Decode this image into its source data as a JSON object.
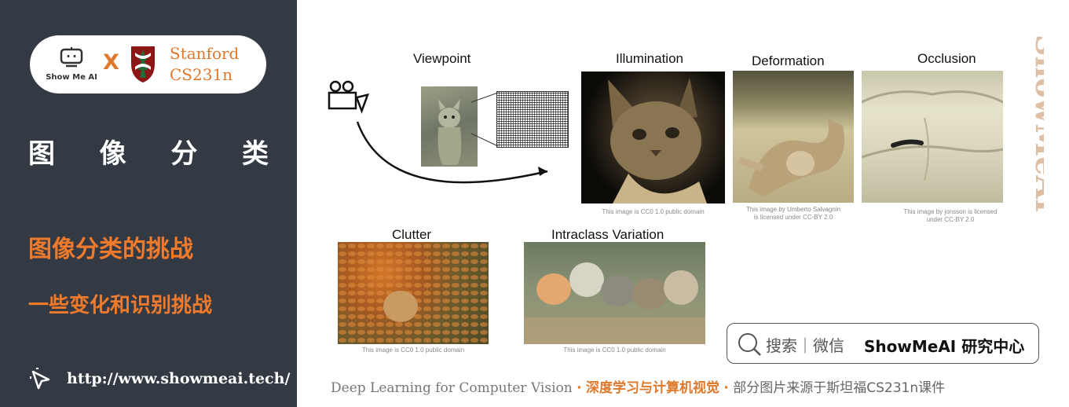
{
  "sidebar": {
    "brand_name": "Show Me AI",
    "cross": "X",
    "partner_name": "Stanford",
    "partner_course": "CS231n",
    "title_chars": [
      "图",
      "像",
      "分",
      "类"
    ],
    "subtitle": "图像分类的挑战",
    "subtitle2": "一些变化和识别挑战",
    "url": "http://www.showmeai.tech/"
  },
  "figure": {
    "panels": {
      "viewpoint": {
        "label": "Viewpoint"
      },
      "illumination": {
        "label": "Illumination",
        "caption": "This image is CC0 1.0 public domain"
      },
      "deformation": {
        "label": "Deformation",
        "caption_line1": "This image by Umberto Salvagnin",
        "caption_line2": "is licensed under CC-BY 2.0"
      },
      "occlusion": {
        "label": "Occlusion",
        "caption_line1": "This image by jonsson is licensed",
        "caption_line2": "under CC-BY 2.0"
      },
      "clutter": {
        "label": "Clutter",
        "caption": "This image is CC0 1.0 public domain"
      },
      "intraclass": {
        "label": "Intraclass Variation",
        "caption": "This image is CC0 1.0 public domain"
      }
    }
  },
  "search": {
    "label": "搜索｜微信",
    "brand": "ShowMeAI 研究中心"
  },
  "footer": {
    "en": "Deep Learning for Computer Vision",
    "sep": "·",
    "cn": "深度学习与计算机视觉",
    "note": "部分图片来源于斯坦福CS231n课件"
  },
  "watermark": "ShowMeAI",
  "colors": {
    "sidebar_bg": "#333a43",
    "accent": "#e0782b",
    "subtitle": "#f07a2c"
  }
}
